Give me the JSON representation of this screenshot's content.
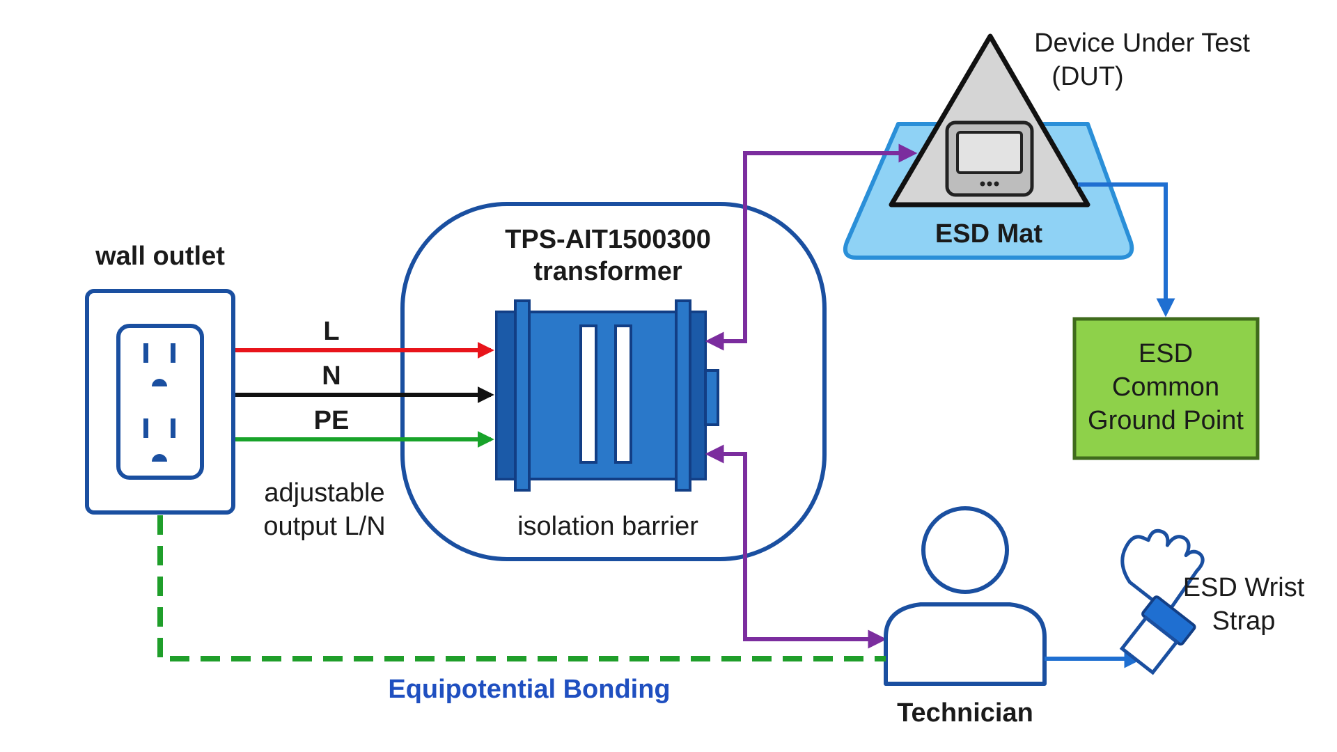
{
  "labels": {
    "wall_outlet": "wall outlet",
    "transformer_line1": "TPS-AIT1500300",
    "transformer_line2": "transformer",
    "isolation_barrier": "isolation barrier",
    "wire_l": "L",
    "wire_n": "N",
    "wire_pe": "PE",
    "adjustable_line1": "adjustable",
    "adjustable_line2": "output L/N",
    "dut_line1": "Device Under Test",
    "dut_line2": "(DUT)",
    "esd_mat": "ESD Mat",
    "ground_line1": "ESD",
    "ground_line2": "Common",
    "ground_line3": "Ground Point",
    "technician": "Technician",
    "wrist_line1": "ESD Wrist",
    "wrist_line2": "Strap",
    "bonding": "Equipotential Bonding"
  },
  "colors": {
    "line_l": "#e8141b",
    "line_n": "#111111",
    "line_pe": "#18a32a",
    "purple": "#7b2d9e",
    "blue_outline": "#1a4fa0",
    "blue_arrow": "#1f6fd1",
    "transformer_fill": "#2a78c9",
    "mat_fill": "#8fd2f5",
    "ground_fill": "#8ed14a",
    "bond_green": "#1f9e2a",
    "bond_text": "#1f4fc0"
  }
}
